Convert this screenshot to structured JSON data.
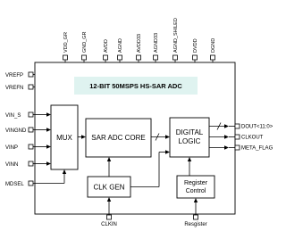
{
  "title": "12-BIT 50MSPS HS-SAR ADC",
  "colors": {
    "title_box_fill": "#dff3f0",
    "line": "#000000",
    "background": "#ffffff"
  },
  "top_pins": [
    "VDD_GR",
    "GND_GR",
    "AVDD",
    "AGND",
    "AVDD33",
    "AGND33",
    "AGND_SHILED",
    "DVDD",
    "DGND"
  ],
  "left_pins": [
    "VREFP",
    "VREFN",
    "VIN_S",
    "VINGND",
    "VINP",
    "VINN",
    "MDSEL"
  ],
  "right_pins": [
    "DOUT<11:0>",
    "CLKOUT",
    "META_FLAG"
  ],
  "bottom_pins": [
    "CLKIN",
    "Resgister"
  ],
  "blocks": {
    "mux": "MUX",
    "sar_core": "SAR ADC CORE",
    "digital_logic": [
      "DIGITAL",
      "LOGIC"
    ],
    "clk_gen": "CLK GEN",
    "register_control": [
      "Register",
      "Control"
    ]
  }
}
